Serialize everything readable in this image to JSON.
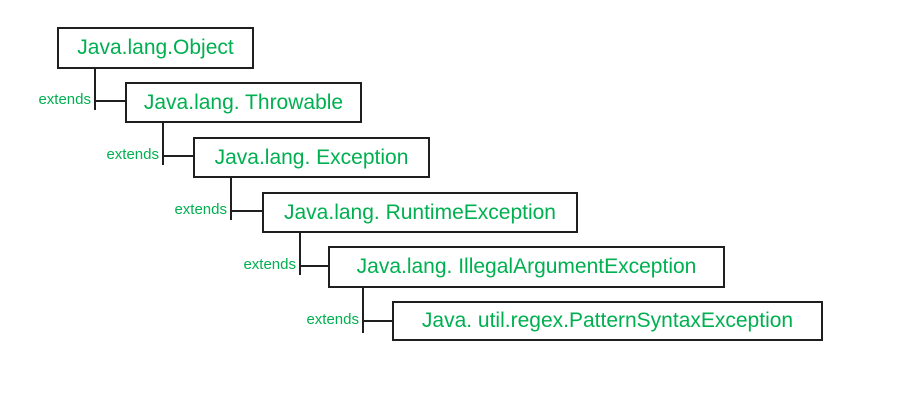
{
  "colors": {
    "text_green": "#00b050",
    "line_black": "#1f1f1f",
    "background": "#ffffff"
  },
  "diagram": {
    "type": "class-inheritance-hierarchy",
    "nodes": [
      {
        "label": "Java.lang.Object"
      },
      {
        "label": "Java.lang. Throwable"
      },
      {
        "label": "Java.lang. Exception"
      },
      {
        "label": "Java.lang. RuntimeException"
      },
      {
        "label": "Java.lang. IllegalArgumentException"
      },
      {
        "label": "Java. util.regex.PatternSyntaxException"
      }
    ],
    "connectors": [
      {
        "label": "extends"
      },
      {
        "label": "extends"
      },
      {
        "label": "extends"
      },
      {
        "label": "extends"
      },
      {
        "label": "extends"
      }
    ]
  }
}
